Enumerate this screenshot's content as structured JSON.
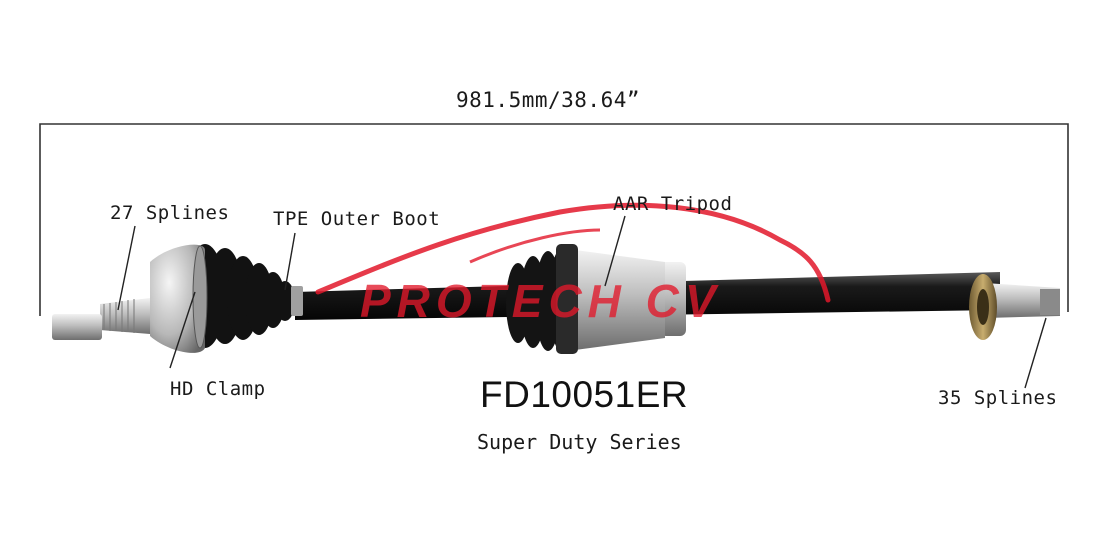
{
  "dimension": "981.5mm/38.64”",
  "labels": {
    "inner_splines": "27 Splines",
    "outer_boot": "TPE Outer Boot",
    "tripod": "AAR Tripod",
    "clamp": "HD Clamp",
    "outer_splines": "35 Splines"
  },
  "part_number": "FD10051ER",
  "series": "Super Duty Series",
  "brand_watermark": "PROTECH CV",
  "colors": {
    "brand_red": "#e2182a",
    "shaft_black": "#111111",
    "metal": "#c9c9c9",
    "text": "#1a1a1a"
  }
}
